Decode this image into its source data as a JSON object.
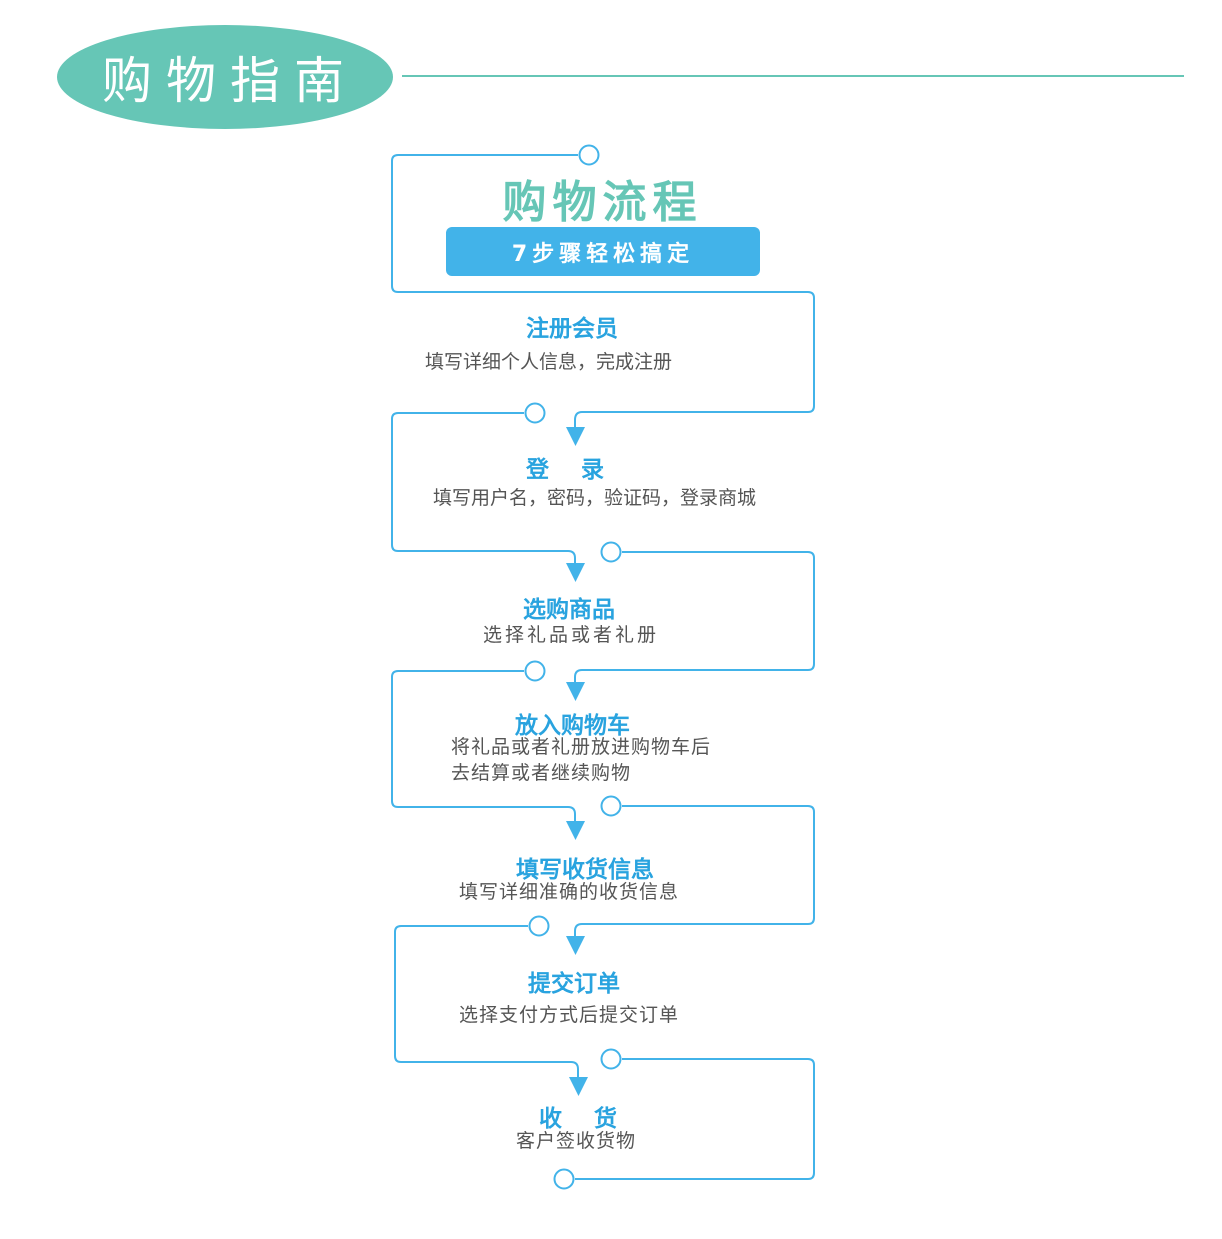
{
  "header": {
    "badge_text": "购物指南"
  },
  "flow": {
    "title": "购物流程",
    "subtitle": "7步骤轻松搞定",
    "steps": [
      {
        "title": "注册会员",
        "desc": "填写详细个人信息，完成注册"
      },
      {
        "title": "登    录",
        "desc": "填写用户名，密码，验证码，登录商城"
      },
      {
        "title": "选购商品",
        "desc": "选择礼品或者礼册"
      },
      {
        "title": "放入购物车",
        "desc_line1": "将礼品或者礼册放进购物车后",
        "desc_line2": "去结算或者继续购物"
      },
      {
        "title": "填写收货信息",
        "desc": "填写详细准确的收货信息"
      },
      {
        "title": "提交订单",
        "desc": "选择支付方式后提交订单"
      },
      {
        "title": "收    货",
        "desc": "客户签收货物"
      }
    ]
  },
  "colors": {
    "teal": "#66c6b6",
    "blue": "#42b3e9",
    "text": "#555555"
  }
}
